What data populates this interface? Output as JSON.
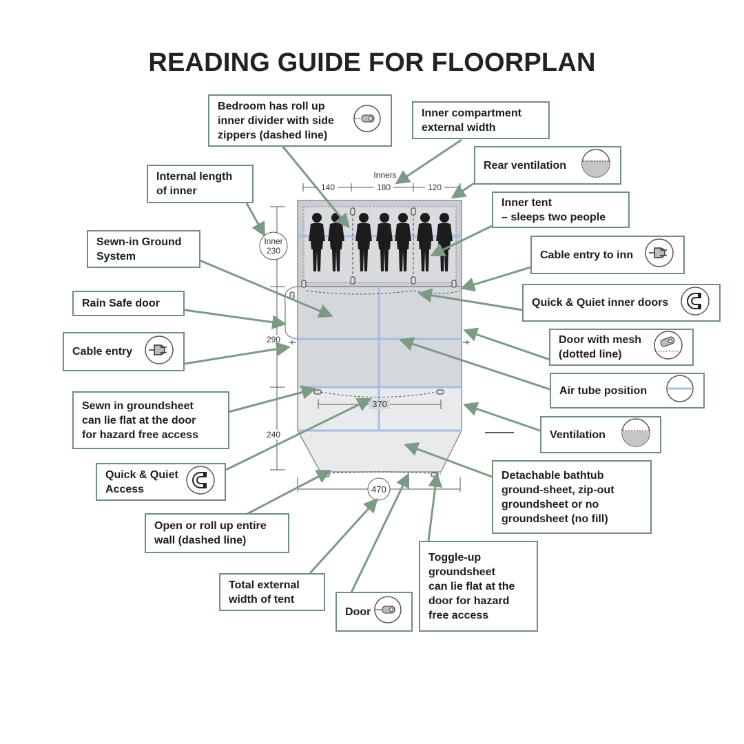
{
  "title": "READING GUIDE FOR FLOORPLAN",
  "colors": {
    "border": "#6f8f79",
    "leader": "#7d9a86",
    "floor": "#d4d7db",
    "floor_light": "#e8eaec",
    "air_tube": "#a7bde3",
    "silhouette": "#1c1c1c"
  },
  "labels": {
    "bedroom_divider": "Bedroom has roll up\ninner divider with side\nzippers (dashed line)",
    "inner_external_width": "Inner compartment\nexternal width",
    "rear_ventilation": "Rear ventilation",
    "internal_length": "Internal length\nof inner",
    "inner_tent": "Inner tent\n– sleeps two people",
    "sewn_in_ground": "Sewn-in Ground\nSystem",
    "cable_entry_inner": "Cable entry to inn",
    "rain_safe_door": "Rain Safe door",
    "quick_quiet_inner": "Quick & Quiet inner doors",
    "cable_entry": "Cable entry",
    "door_mesh": "Door with mesh\n(dotted line)",
    "air_tube": "Air tube position",
    "sewn_groundsheet": "Sewn in groundsheet\ncan lie flat at the door\nfor hazard free access",
    "ventilation": "Ventilation",
    "quick_quiet_access": "Quick & Quiet\nAccess",
    "detachable_bathtub": "Detachable bathtub\nground-sheet, zip-out\ngroundsheet or no\ngroundsheet (no fill)",
    "open_roll_wall": "Open or roll up entire\nwall (dashed line)",
    "total_external_width": "Total external\nwidth of tent",
    "door": "Door",
    "toggle_up": "Toggle-up\ngroundsheet\ncan lie flat at the\ndoor for hazard\nfree access"
  },
  "dimensions": {
    "inners_label": "Inners",
    "w1": "140",
    "w2": "180",
    "w3": "120",
    "inner_label": "Inner",
    "inner_len": "230",
    "side_290": "290",
    "side_240": "240",
    "inner_370": "370",
    "total_470": "470"
  },
  "icons": {
    "door": "door-zip-icon",
    "vent": "vent-icon",
    "cable": "cable-plug-icon",
    "magnet": "magnet-icon",
    "air_tube": "air-tube-icon",
    "door_mesh": "door-mesh-icon"
  }
}
